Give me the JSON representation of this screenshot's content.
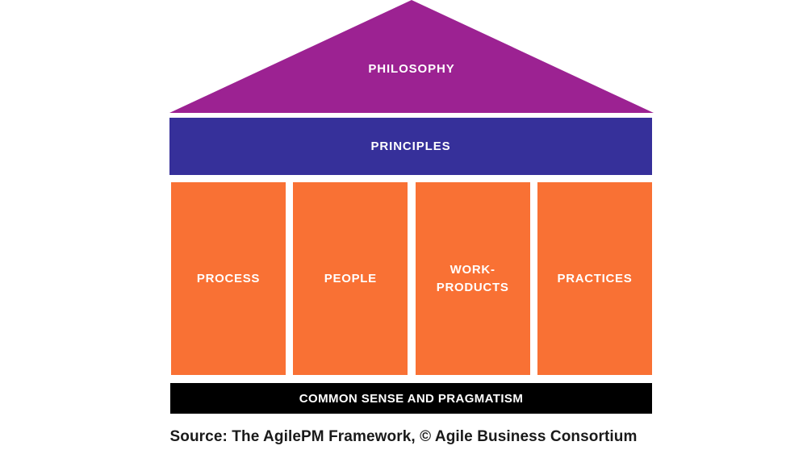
{
  "diagram": {
    "title": "The AgilePM Framework",
    "roof": {
      "label": "PHILOSOPHY",
      "color": "#9C2292",
      "text_color": "#FFFFFF"
    },
    "band": {
      "label": "PRINCIPLES",
      "color": "#36309A",
      "text_color": "#FFFFFF"
    },
    "pillars": [
      {
        "label": "PROCESS",
        "color": "#F97134",
        "text_color": "#FFFFFF"
      },
      {
        "label": "PEOPLE",
        "color": "#F97134",
        "text_color": "#FFFFFF"
      },
      {
        "label": "WORK-\nPRODUCTS",
        "color": "#F97134",
        "text_color": "#FFFFFF"
      },
      {
        "label": "PRACTICES",
        "color": "#F97134",
        "text_color": "#FFFFFF"
      }
    ],
    "base": {
      "label": "COMMON SENSE AND PRAGMATISM",
      "color": "#000000",
      "text_color": "#FFFFFF"
    },
    "caption": "Source: The AgilePM Framework, © Agile Business Consortium",
    "background_color": "#FFFFFF"
  }
}
